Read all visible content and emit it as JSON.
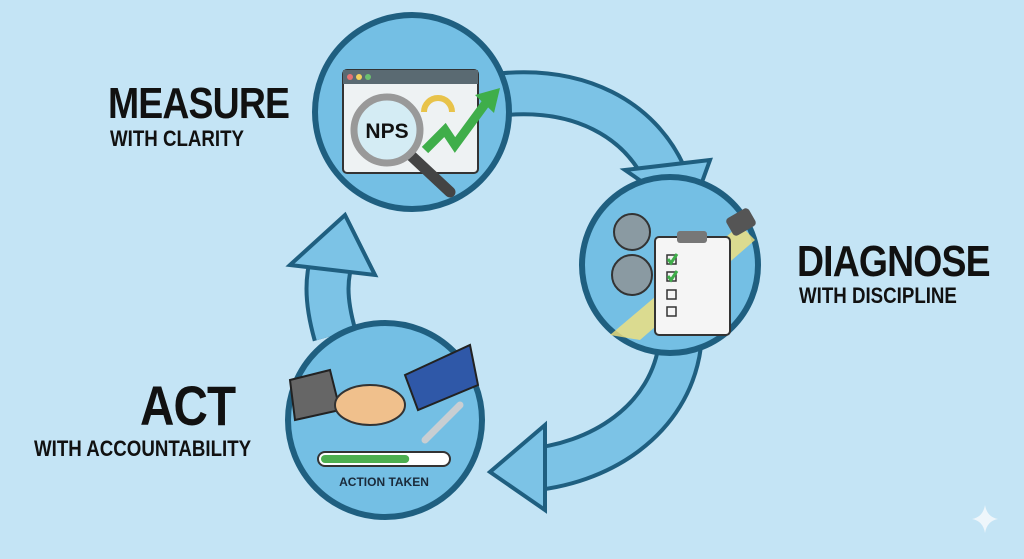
{
  "steps": [
    {
      "title": "MEASURE",
      "subtitle": "WITH CLARITY",
      "icon_text": "NPS"
    },
    {
      "title": "DIAGNOSE",
      "subtitle": "WITH DISCIPLINE"
    },
    {
      "title": "ACT",
      "subtitle": "WITH ACCOUNTABILITY",
      "progress_label": "ACTION TAKEN",
      "progress": 0.7
    }
  ],
  "colors": {
    "background": "#c4e4f5",
    "arrow_fill": "#7cc3e6",
    "outline": "#1f5f80",
    "circle_fill": "#74bfe4"
  }
}
